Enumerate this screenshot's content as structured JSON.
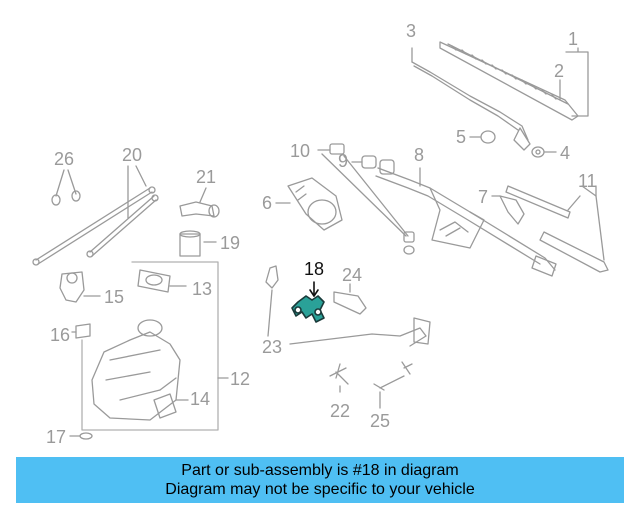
{
  "diagram": {
    "callouts": {
      "c1": "1",
      "c2": "2",
      "c3": "3",
      "c4": "4",
      "c5": "5",
      "c6": "6",
      "c7": "7",
      "c8": "8",
      "c9": "9",
      "c10": "10",
      "c11": "11",
      "c12": "12",
      "c13": "13",
      "c14": "14",
      "c15": "15",
      "c16": "16",
      "c17": "17",
      "c18": "18",
      "c19": "19",
      "c20": "20",
      "c21": "21",
      "c22": "22",
      "c23": "23",
      "c24": "24",
      "c25": "25",
      "c26": "26"
    },
    "highlighted_part": "18",
    "highlight_color": "#2aa198",
    "line_color": "#9a9a9a"
  },
  "banner": {
    "line1": "Part or sub-assembly is #18 in diagram",
    "line2": "Diagram may not be specific to your vehicle",
    "background": "#4fbff3"
  }
}
